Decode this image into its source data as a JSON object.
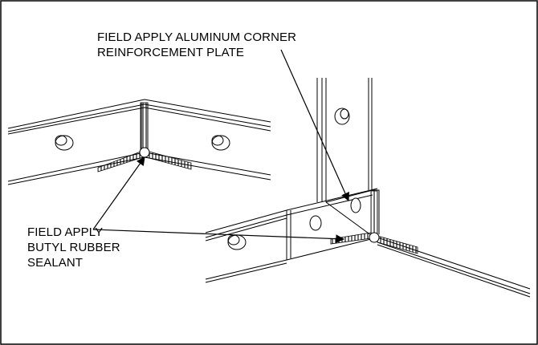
{
  "callouts": {
    "reinforcement_plate": {
      "line1": "FIELD APPLY ALUMINUM CORNER",
      "line2": "REINFORCEMENT PLATE"
    },
    "sealant": {
      "line1": "FIELD APPLY",
      "line2": "BUTYL RUBBER",
      "line3": "SEALANT"
    }
  },
  "colors": {
    "ink": "#000000",
    "background": "#ffffff"
  }
}
